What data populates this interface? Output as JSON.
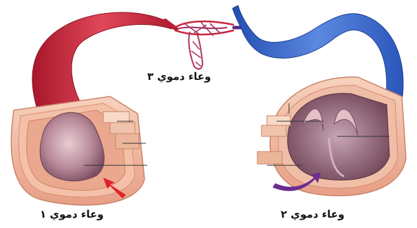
{
  "labels": {
    "vessel_1": "وعاء دموي ١",
    "vessel_2": "وعاء دموي ٢",
    "vessel_3": "وعاء دموي ٣"
  },
  "colors": {
    "artery_red": "#c8243a",
    "vein_blue": "#2f5fc8",
    "tissue_pink": "#f2b9a0",
    "lumen_mauve": "#a9788b",
    "arrow_red": "#e0202a",
    "arrow_purple": "#6b2d8f"
  }
}
